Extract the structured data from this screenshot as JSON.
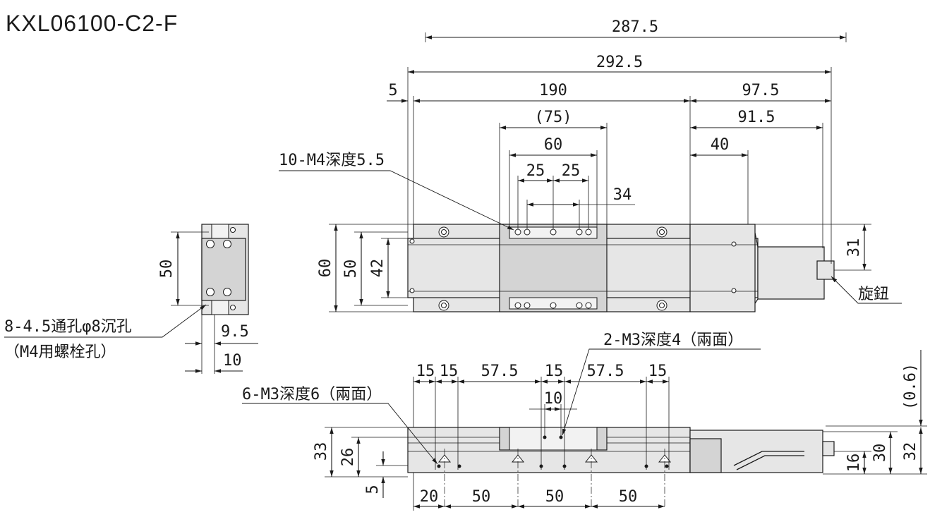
{
  "title": "KXL06100-C2-F",
  "dims_top": {
    "d287_5": "287.5",
    "d292_5": "292.5",
    "d5": "5",
    "d190": "190",
    "d97_5": "97.5",
    "d75": "(75)",
    "d91_5": "91.5",
    "d60": "60",
    "d40": "40",
    "d25a": "25",
    "d25b": "25",
    "d34": "34",
    "h60": "60",
    "h50": "50",
    "h42": "42",
    "h31": "31"
  },
  "dims_side": {
    "h50": "50",
    "d9_5": "9.5",
    "d10": "10"
  },
  "dims_front": {
    "d15a": "15",
    "d15b": "15",
    "d57_5a": "57.5",
    "d15c": "15",
    "d57_5b": "57.5",
    "d15d": "15",
    "d10": "10",
    "d20": "20",
    "d50a": "50",
    "d50b": "50",
    "d50c": "50",
    "h33": "33",
    "h26": "26",
    "h5": "5",
    "h16": "16",
    "h30": "30",
    "h32": "32",
    "h0_6": "(0.6)"
  },
  "notes": {
    "tap_top": "10-M4深度5.5",
    "knob": "旋鈕",
    "holes_line1": "8-4.5通孔φ8沉孔",
    "holes_line2": "（M4用螺栓孔）",
    "tap_front_right": "2-M3深度4（兩面）",
    "tap_front_left": "6-M3深度6（兩面）"
  }
}
